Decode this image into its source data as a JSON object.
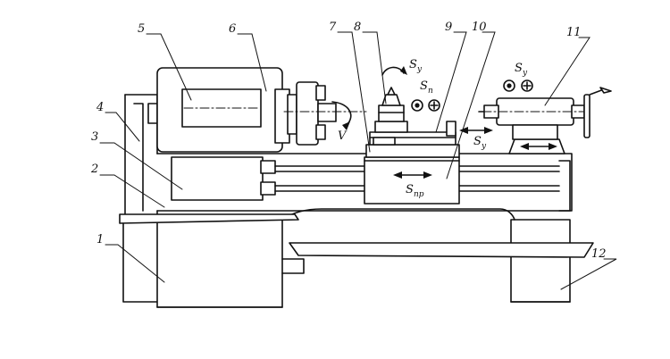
{
  "callouts": [
    {
      "id": "1",
      "label": "1"
    },
    {
      "id": "2",
      "label": "2"
    },
    {
      "id": "3",
      "label": "3"
    },
    {
      "id": "4",
      "label": "4"
    },
    {
      "id": "5",
      "label": "5"
    },
    {
      "id": "6",
      "label": "6"
    },
    {
      "id": "7",
      "label": "7"
    },
    {
      "id": "8",
      "label": "8"
    },
    {
      "id": "9",
      "label": "9"
    },
    {
      "id": "10",
      "label": "10"
    },
    {
      "id": "11",
      "label": "11"
    },
    {
      "id": "12",
      "label": "12"
    }
  ],
  "motions": {
    "spindle_rotation": "V",
    "feed_symbol": "S",
    "cross_feed_sub": "y",
    "vertical_feed_sub": "n",
    "longitudinal_feed_sub": "пр"
  }
}
